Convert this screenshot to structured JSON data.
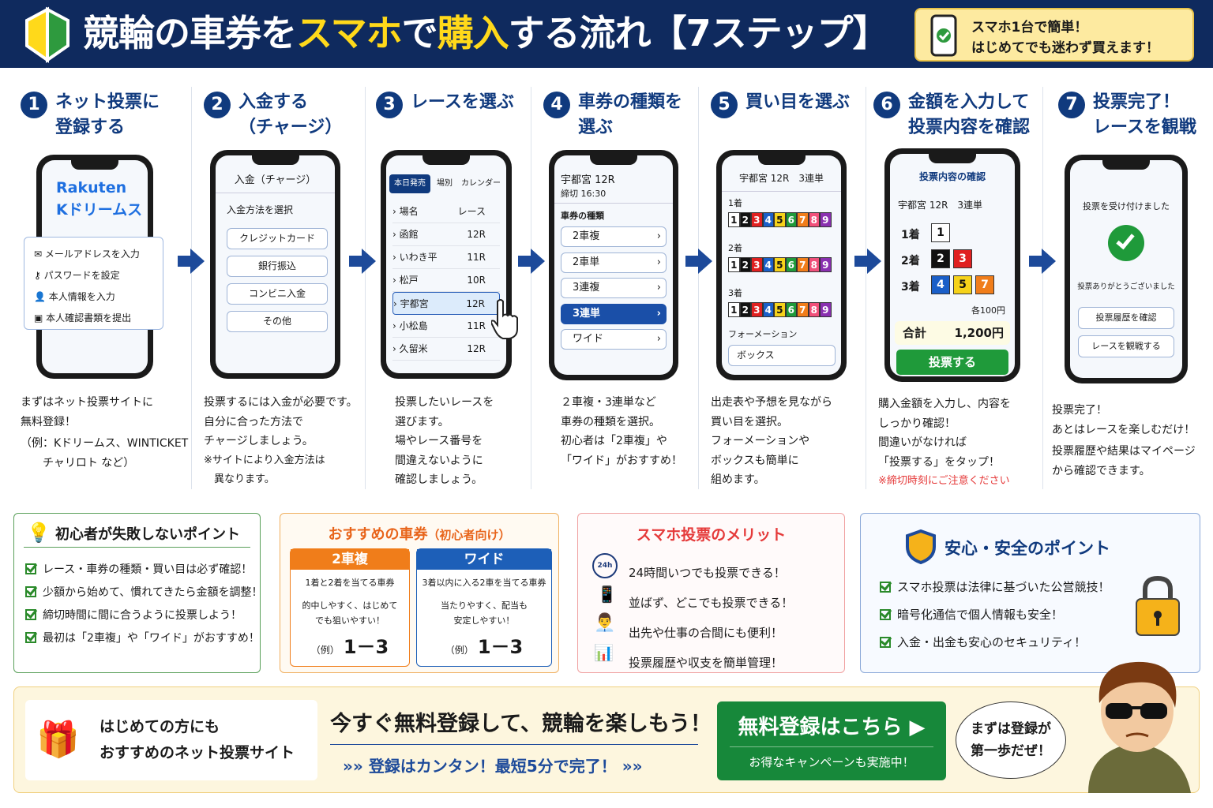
{
  "header": {
    "title_parts": [
      "競輪の車券を",
      "スマホ",
      "で",
      "購入",
      "する流れ【7ステップ】"
    ],
    "badge_line1": "スマホ1台で簡単！",
    "badge_line2": "はじめてでも迷わず買えます！"
  },
  "colors": {
    "navy": "#0f2a5e",
    "accent_yellow": "#ffd91a",
    "green": "#1f9a3a",
    "orange": "#f07d1a",
    "blue": "#1d4a9a",
    "red": "#e53a3a"
  },
  "steps": [
    {
      "num": "1",
      "title": [
        "ネット投票に",
        "登録する"
      ],
      "desc": [
        "まずはネット投票サイトに",
        "無料登録！",
        "（例：Kドリームス、WINTICKET",
        "　　チャリロト など）"
      ],
      "screen": {
        "logo1": "Rakuten",
        "logo2": "Kドリームス",
        "items": [
          "メールアドレスを入力",
          "パスワードを設定",
          "本人情報を入力",
          "本人確認書類を提出"
        ]
      }
    },
    {
      "num": "2",
      "title": [
        "入金する",
        "（チャージ）"
      ],
      "desc": [
        "投票するには入金が必要です。",
        "自分に合った方法で",
        "チャージしましょう。"
      ],
      "note": [
        "※サイトにより入金方法は",
        "　異なります。"
      ],
      "screen": {
        "header": "入金（チャージ）",
        "label": "入金方法を選択",
        "buttons": [
          "クレジットカード",
          "銀行振込",
          "コンビニ入金",
          "その他"
        ]
      }
    },
    {
      "num": "3",
      "title": [
        "レースを選ぶ"
      ],
      "desc": [
        "投票したいレースを",
        "選びます。",
        "場やレース番号を",
        "間違えないように",
        "確認しましょう。"
      ],
      "screen": {
        "tabs": [
          "本日発売",
          "場別",
          "カレンダー"
        ],
        "head": [
          "場名",
          "レース"
        ],
        "rows": [
          [
            "函館",
            "12R"
          ],
          [
            "いわき平",
            "11R"
          ],
          [
            "松戸",
            "10R"
          ],
          [
            "宇都宮",
            "12R"
          ],
          [
            "小松島",
            "11R"
          ],
          [
            "久留米",
            "12R"
          ]
        ]
      }
    },
    {
      "num": "4",
      "title": [
        "車券の種類を",
        "選ぶ"
      ],
      "desc": [
        "２車複・3連単など",
        "車券の種類を選択。",
        "初心者は「2車複」や",
        "「ワイド」がおすすめ！"
      ],
      "screen": {
        "race": "宇都宮 12R",
        "deadline": "締切 16:30",
        "label": "車券の種類",
        "options": [
          "2車複",
          "2車単",
          "3連複",
          "3連単",
          "ワイド"
        ]
      }
    },
    {
      "num": "5",
      "title": [
        "買い目を選ぶ"
      ],
      "desc": [
        "出走表や予想を見ながら",
        "買い目を選択。",
        "フォーメーションや",
        "ボックスも簡単に",
        "組めます。"
      ],
      "screen": {
        "header": "宇都宮 12R　3連単",
        "positions": [
          "1着",
          "2着",
          "3着"
        ],
        "numbers": [
          "1",
          "2",
          "3",
          "4",
          "5",
          "6",
          "7",
          "8",
          "9"
        ],
        "label": "フォーメーション",
        "box": "ボックス"
      }
    },
    {
      "num": "6",
      "title": [
        "金額を入力して",
        "投票内容を確認"
      ],
      "desc": [
        "購入金額を入力し、内容を",
        "しっかり確認！",
        "間違いがなければ",
        "「投票する」をタップ！"
      ],
      "note": [
        "※締切時刻にご注意ください"
      ],
      "screen": {
        "header": "投票内容の確認",
        "race": "宇都宮 12R　3連単",
        "picks": [
          {
            "label": "1着",
            "nums": [
              "1"
            ]
          },
          {
            "label": "2着",
            "nums": [
              "2",
              "3"
            ]
          },
          {
            "label": "3着",
            "nums": [
              "4",
              "5",
              "7"
            ]
          }
        ],
        "unit": "各100円",
        "total_label": "合計",
        "total": "1,200円",
        "submit": "投票する"
      }
    },
    {
      "num": "7",
      "title": [
        "投票完了！",
        "レースを観戦"
      ],
      "desc": [
        "投票完了！",
        "あとはレースを楽しむだけ！",
        "投票履歴や結果はマイページ",
        "から確認できます。"
      ],
      "screen": {
        "msg": "投票を受け付けました",
        "thanks": "投票ありがとうございました",
        "buttons": [
          "投票履歴を確認",
          "レースを観戦する"
        ]
      }
    }
  ],
  "tips": {
    "title": "初心者が失敗しないポイント",
    "items": [
      "レース・車券の種類・買い目は必ず確認！",
      "少額から始めて、慣れてきたら金額を調整！",
      "締切時間に間に合うように投票しよう！",
      "最初は「2車複」や「ワイド」がおすすめ！"
    ]
  },
  "recommend": {
    "title": "おすすめの車券",
    "sub": "（初心者向け）",
    "cards": [
      {
        "name": "2車複",
        "desc": "1着と2着を当てる車券",
        "text": [
          "的中しやすく、はじめて",
          "でも狙いやすい！"
        ],
        "ex_label": "（例）",
        "ex": "1－3",
        "color": "#f07d1a"
      },
      {
        "name": "ワイド",
        "desc": "3着以内に入る2車を当てる車券",
        "text": [
          "当たりやすく、配当も",
          "安定しやすい！"
        ],
        "ex_label": "（例）",
        "ex": "1－3",
        "color": "#1d5fb8"
      }
    ]
  },
  "merits": {
    "title": "スマホ投票のメリット",
    "items": [
      "24時間いつでも投票できる！",
      "並ばず、どこでも投票できる！",
      "出先や仕事の合間にも便利！",
      "投票履歴や収支を簡単管理！"
    ],
    "icon_text": "24h"
  },
  "safety": {
    "title": "安心・安全のポイント",
    "items": [
      "スマホ投票は法律に基づいた公営競技！",
      "暗号化通信で個人情報も安全！",
      "入金・出金も安心のセキュリティ！"
    ]
  },
  "footer": {
    "left1": "はじめての方にも",
    "left2": "おすすめのネット投票サイト",
    "headline": "今すぐ無料登録して、競輪を楽しもう！",
    "sub": "登録はカンタン！最短5分で完了！",
    "cta": "無料登録はこちら ▶",
    "cta_sub": "お得なキャンペーンも実施中！",
    "bubble1": "まずは登録が",
    "bubble2": "第一歩だぜ！"
  }
}
